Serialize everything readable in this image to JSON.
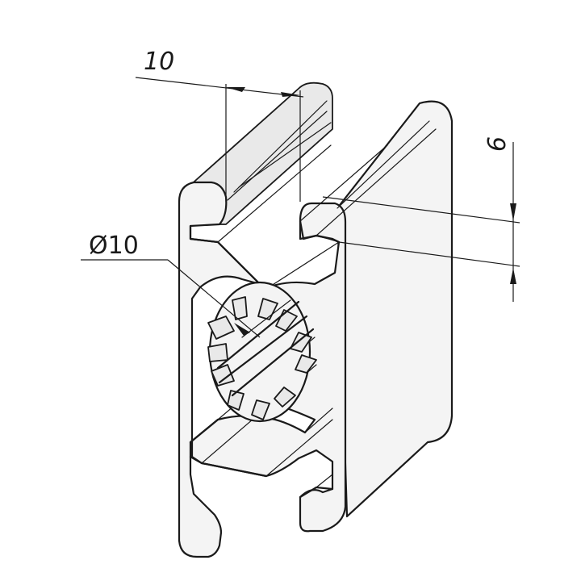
{
  "drawing": {
    "dimensions": {
      "width_label": "10",
      "height_label": "6",
      "diameter_label": "Ø10"
    }
  }
}
